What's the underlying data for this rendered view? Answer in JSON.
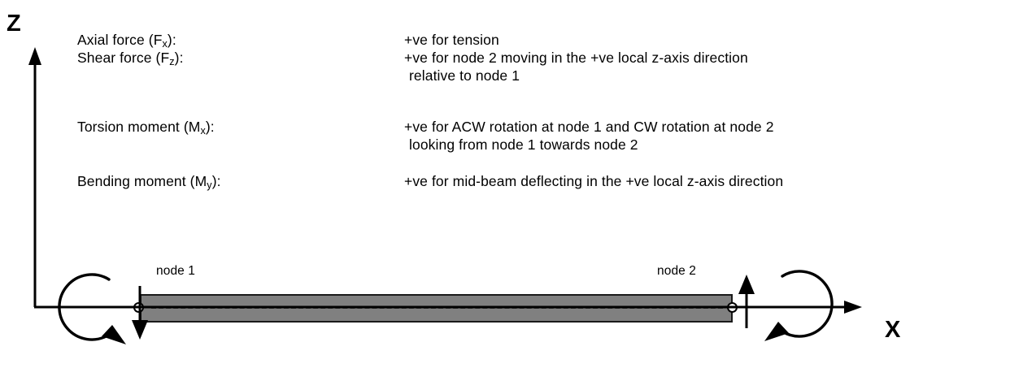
{
  "diagram": {
    "title_hidden": "",
    "axes": {
      "z_label": "Z",
      "x_label": "X"
    },
    "nodes": [
      {
        "name": "node-1",
        "label": "node 1"
      },
      {
        "name": "node-2",
        "label": "node 2"
      }
    ],
    "colors": {
      "beam_fill": "#808080",
      "beam_stroke": "#1a1a1a",
      "centerline": "#3a3a3a",
      "text": "#000000",
      "axis": "#000000"
    },
    "annotations": [
      {
        "name": "moment-arrow-node-1",
        "description": "ACW curved arrow at node 1"
      },
      {
        "name": "shear-arrow-node-1",
        "description": "downward arrow at node 1"
      },
      {
        "name": "shear-arrow-node-2",
        "description": "upward arrow at node 2"
      },
      {
        "name": "moment-arrow-node-2",
        "description": "CW curved arrow at node 2"
      }
    ]
  },
  "conventions": [
    {
      "label_pre": "Axial force (F",
      "label_sub": "x",
      "label_post": "):",
      "lines": [
        "+ve for tension"
      ]
    },
    {
      "label_pre": "Shear force (F",
      "label_sub": "z",
      "label_post": "):",
      "lines": [
        "+ve for node 2 moving in the +ve local z-axis direction",
        "relative to node 1"
      ]
    },
    {
      "label_pre": "Torsion moment (M",
      "label_sub": "x",
      "label_post": "):",
      "lines": [
        "+ve for ACW rotation at node 1 and CW rotation at node 2",
        "looking from node 1 towards node 2"
      ]
    },
    {
      "label_pre": "Bending moment (M",
      "label_sub": "y",
      "label_post": "):",
      "lines": [
        "+ve for mid-beam deflecting in the +ve local z-axis direction"
      ]
    }
  ]
}
